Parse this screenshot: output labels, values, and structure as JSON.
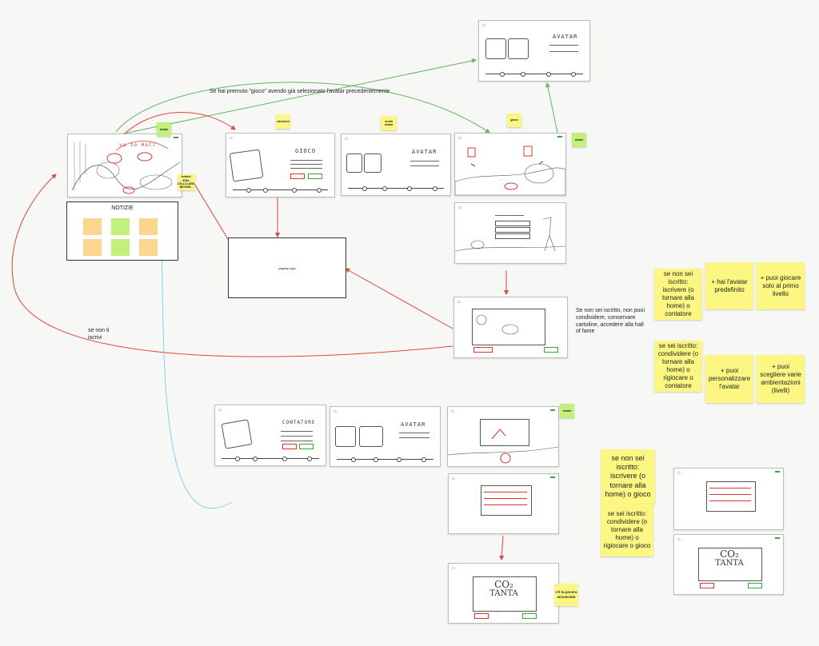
{
  "annotations": {
    "gioco_selected": "Se hai premuto \"gioco\" avendo già selezionato l'avatar precedentemente",
    "not_registered": "Se non sei iscritto, non puoi condividere, conservare cartoline, accedere alla hall of fame",
    "not_subscribe": "se non ti iscrivi"
  },
  "labels": {
    "avatar_top": "avatar",
    "istruzioni": "istruzioni",
    "scelta_avatar": "scelta avatar",
    "gioco": "gioco",
    "avatar_right": "avatar",
    "avatar_bottom": "avatar",
    "bottoni": "bottoni: IDEA, CELLULARE, BIDONE...",
    "pecora": "c'è la pecora accasciata"
  },
  "boxes": {
    "notizie": "NOTIZIE",
    "pagina_login": "pagina login"
  },
  "sketch": {
    "gioco": "GIOCO",
    "avatar": "AVATAR",
    "contatore": "CONTATORE",
    "co2": "CO₂",
    "tanta": "TANTA",
    "hall": "va to Hall"
  },
  "notes": {
    "nr_line1": "se non sei iscritto: iscrivere (o tornare alla home) o contatore",
    "nr_line2": "+ hai l'avatar predefinito",
    "nr_line3": "+ puoi giocare solo al primo livello",
    "r_line1": "se sei iscritto: condividere (o tornare alla home) o rigiocare o contatore",
    "r_line2": "+ puoi personalizzare l'avatar",
    "r_line3": "+ puoi scegliere varie ambientazioni (livelli)",
    "b_nr": "se non sei iscritto: iscrivere (o tornare alla home) o gioco",
    "b_r": "se sei iscritto: condividere (o tornare alla home) o rigiocare o gioco"
  },
  "colors": {
    "sticky_yellow": "#fbf782",
    "sticky_green": "#c2f07c",
    "sticky_orange": "#fbd68c",
    "arrow_red": "#e0453a",
    "arrow_green": "#5cb85c",
    "arrow_cyan": "#7fd3e8"
  }
}
